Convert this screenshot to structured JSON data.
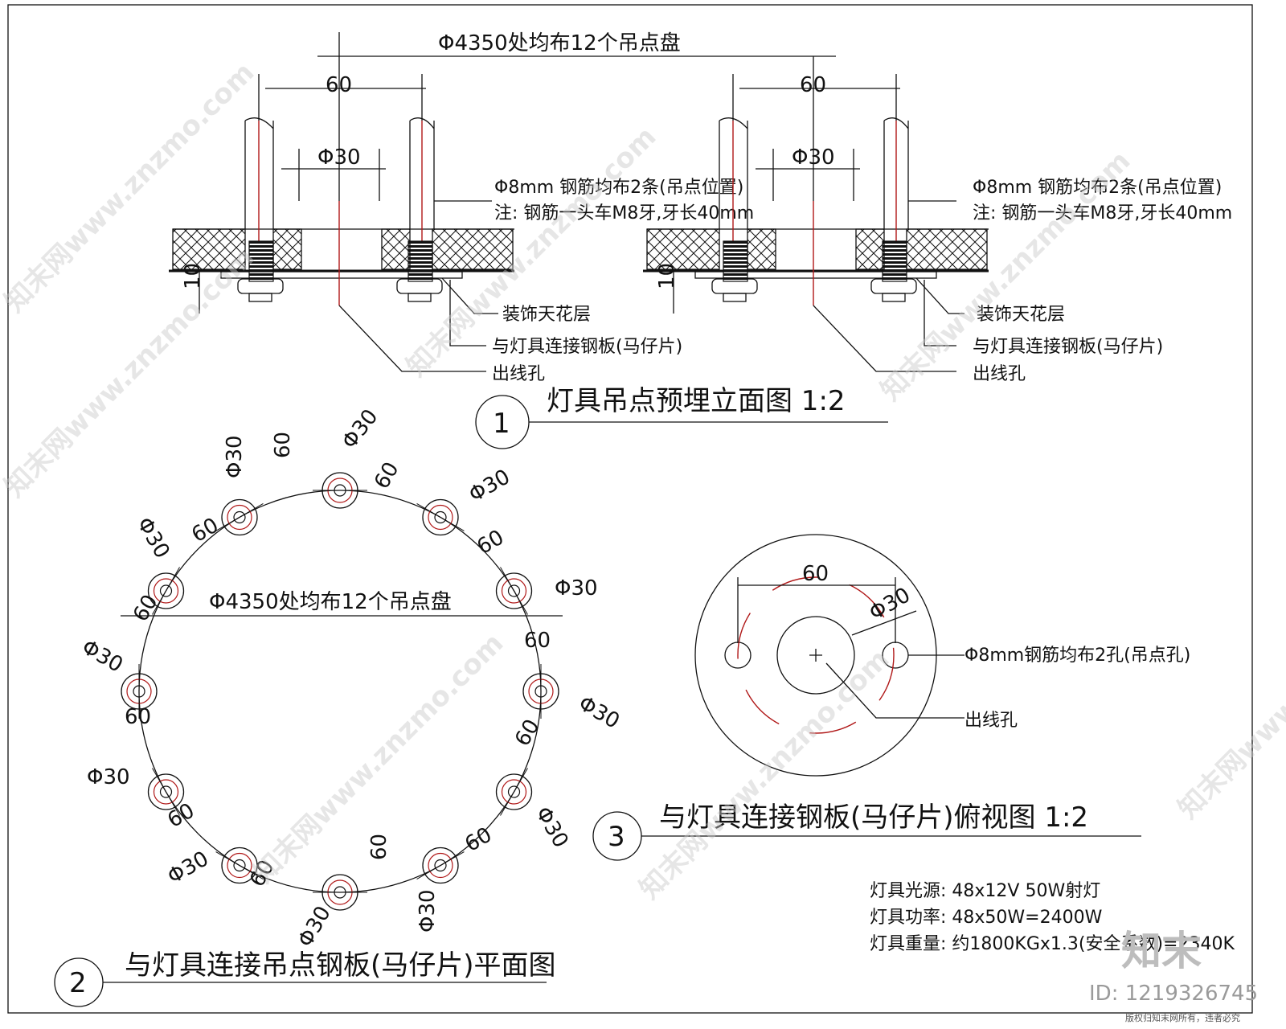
{
  "elevation": {
    "span_label": "Φ4350处均布12个吊点盘",
    "width_label": "60",
    "bore_label": "Φ30",
    "gap_label": "10",
    "rebar_note_line1": "Φ8mm 钢筋均布2条(吊点位置)",
    "rebar_note_line2": "注: 钢筋一头车M8牙,牙长40mm",
    "ceiling_label": "装饰天花层",
    "plate_label": "与灯具连接钢板(马仔片)",
    "hole_label": "出线孔",
    "number": "1",
    "title": "灯具吊点预埋立面图 1:2"
  },
  "plan": {
    "center_label": "Φ4350处均布12个吊点盘",
    "bore_label": "Φ30",
    "spacing_label": "60",
    "number": "2",
    "title": "与灯具连接吊点钢板(马仔片)平面图"
  },
  "top_view": {
    "width_label": "60",
    "bore_label": "Φ30",
    "rebar_hole_label": "Φ8mm钢筋均布2孔(吊点孔)",
    "hole_label": "出线孔",
    "number": "3",
    "title": "与灯具连接钢板(马仔片)俯视图 1:2"
  },
  "specs": [
    "灯具光源: 48x12V 50W射灯",
    "灯具功率: 48x50W=2400W",
    "灯具重量: 约1800KGx1.3(安全系数)=2340K"
  ],
  "watermark": {
    "text": "知末网www.znzmo.com",
    "logo": "知末",
    "id": "ID: 1219326745",
    "copyright": "版权归知末网所有，违者必究"
  },
  "colors": {
    "line": "#111111",
    "accent_red": "#b01818"
  }
}
